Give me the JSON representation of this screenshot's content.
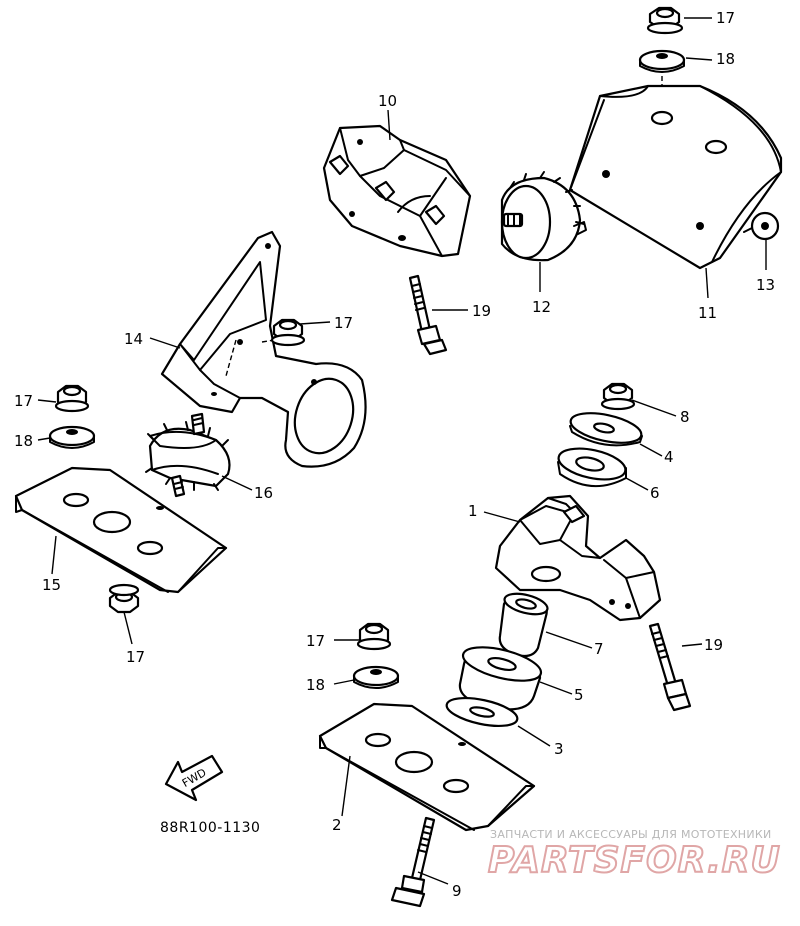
{
  "diagram": {
    "code": "88R100-1130",
    "fwd_label": "FWD",
    "callouts": [
      {
        "id": "c1",
        "text": "1"
      },
      {
        "id": "c2",
        "text": "2"
      },
      {
        "id": "c3",
        "text": "3"
      },
      {
        "id": "c4",
        "text": "4"
      },
      {
        "id": "c5",
        "text": "5"
      },
      {
        "id": "c6",
        "text": "6"
      },
      {
        "id": "c7",
        "text": "7"
      },
      {
        "id": "c8",
        "text": "8"
      },
      {
        "id": "c9",
        "text": "9"
      },
      {
        "id": "c10",
        "text": "10"
      },
      {
        "id": "c11",
        "text": "11"
      },
      {
        "id": "c12",
        "text": "12"
      },
      {
        "id": "c13",
        "text": "13"
      },
      {
        "id": "c14",
        "text": "14"
      },
      {
        "id": "c15",
        "text": "15"
      },
      {
        "id": "c16",
        "text": "16"
      },
      {
        "id": "c17a",
        "text": "17"
      },
      {
        "id": "c17b",
        "text": "17"
      },
      {
        "id": "c17c",
        "text": "17"
      },
      {
        "id": "c17d",
        "text": "17"
      },
      {
        "id": "c17e",
        "text": "17"
      },
      {
        "id": "c18a",
        "text": "18"
      },
      {
        "id": "c18b",
        "text": "18"
      },
      {
        "id": "c18c",
        "text": "18"
      },
      {
        "id": "c19a",
        "text": "19"
      },
      {
        "id": "c19b",
        "text": "19"
      }
    ]
  },
  "watermark": {
    "caption": "ЗАПЧАСТИ И АКСЕССУАРЫ ДЛЯ МОТОТЕХНИКИ",
    "brand": "PARTSFOR.RU"
  },
  "colors": {
    "line": "#000000",
    "background": "#ffffff",
    "watermark_brand": "#e0a6a6",
    "watermark_caption": "#b7b7b7"
  }
}
